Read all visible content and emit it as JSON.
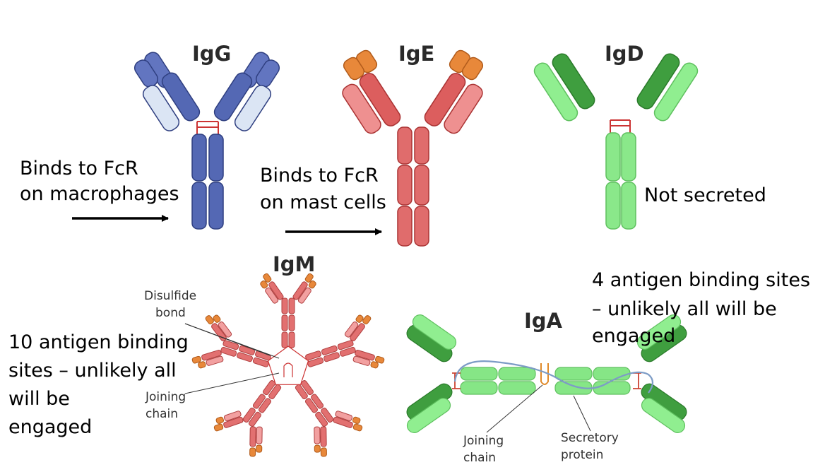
{
  "titles": {
    "igg": "IgG",
    "ige": "IgE",
    "igd": "IgD",
    "igm": "IgM",
    "iga": "IgA"
  },
  "notes": {
    "igg_line1": "Binds to FcR",
    "igg_line2": "on macrophages",
    "ige_line1": "Binds to FcR",
    "ige_line2": "on mast cells",
    "igd": "Not secreted",
    "igm_line1": "10 antigen binding",
    "igm_line2": "sites – unlikely all",
    "igm_line3": "will be",
    "igm_line4": "engaged",
    "iga_line1": "4 antigen binding sites",
    "iga_line2": "– unlikely all will be",
    "iga_line3": "engaged"
  },
  "labels": {
    "disulfide_line1": "Disulfide",
    "disulfide_line2": "bond",
    "igm_joining_line1": "Joining",
    "igm_joining_line2": "chain",
    "iga_joining_line1": "Joining",
    "iga_joining_line2": "chain",
    "secretory_line1": "Secretory",
    "secretory_line2": "protein"
  },
  "colors": {
    "igg_heavy": "#5b72b8",
    "igg_light": "#d9e3f3",
    "ige_heavy": "#e06767",
    "ige_light": "#eb8f8f",
    "ige_tip": "#e88a3a",
    "igd_heavy": "#4aa94a",
    "igd_light": "#8fe88f",
    "linker": "#cc3333"
  }
}
